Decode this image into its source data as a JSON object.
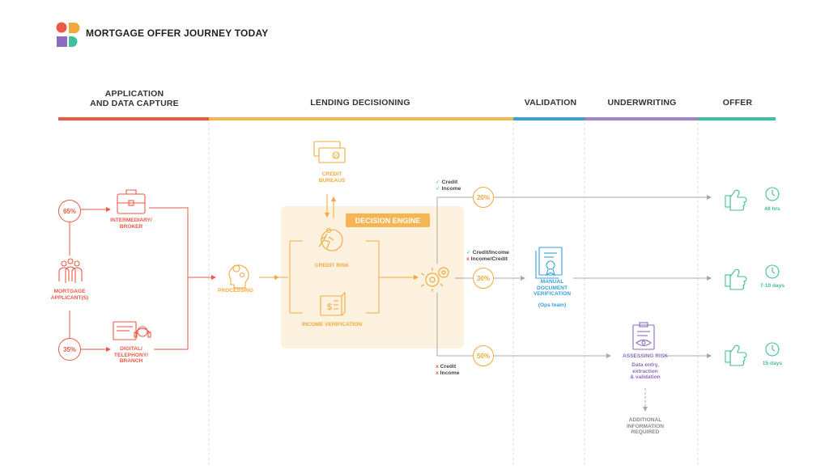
{
  "title": "MORTGAGE OFFER JOURNEY TODAY",
  "colors": {
    "red": "#ea5a45",
    "orange": "#f2a93b",
    "blue": "#3aa0d8",
    "purple": "#8b6cc0",
    "teal": "#3fbf9c",
    "gray": "#b5b5b5"
  },
  "stages": [
    {
      "label": "APPLICATION\nAND DATA CAPTURE"
    },
    {
      "label": "LENDING DECISIONING"
    },
    {
      "label": "VALIDATION"
    },
    {
      "label": "UNDERWRITING"
    },
    {
      "label": "OFFER"
    }
  ],
  "application": {
    "pct_top": "65%",
    "pct_bottom": "35%",
    "applicant": "MORTGAGE\nAPPLICANT(S)",
    "broker": "INTERMEDIARY/\nBROKER",
    "digital": "DIGITAL/\nTELEPHONY/\nBRANCH"
  },
  "decisioning": {
    "processing": "PROCESSING",
    "credit_bureaus": "CREDIT\nBUREAUS",
    "bureau_card_value": "10",
    "engine_title": "DECISION ENGINE",
    "credit_risk": "CREDIT RISK",
    "income_verification": "INCOME VERIFICATION"
  },
  "routes": {
    "top": {
      "pct": "20%",
      "checks": [
        {
          "mark": "✓",
          "text": "Credit"
        },
        {
          "mark": "✓",
          "text": "Income"
        }
      ]
    },
    "middle": {
      "pct": "30%",
      "checks": [
        {
          "mark": "✓",
          "text": "Credit/Income"
        },
        {
          "mark": "x",
          "text": "Income/Credit"
        }
      ]
    },
    "bottom": {
      "pct": "50%",
      "checks": [
        {
          "mark": "x",
          "text": "Credit"
        },
        {
          "mark": "x",
          "text": "Income"
        }
      ]
    }
  },
  "validation": {
    "label": "MANUAL\nDOCUMENT\nVERIFICATION",
    "sub": "(Ops team)"
  },
  "underwriting": {
    "label": "ASSESSING RISK",
    "sub": "Data entry,\nextraction\n& validation",
    "extra": "ADDITIONAL\nINFORMATION\nREQUIRED"
  },
  "offer": {
    "times": [
      "48 hrs",
      "7-10 days",
      "15 days"
    ]
  }
}
